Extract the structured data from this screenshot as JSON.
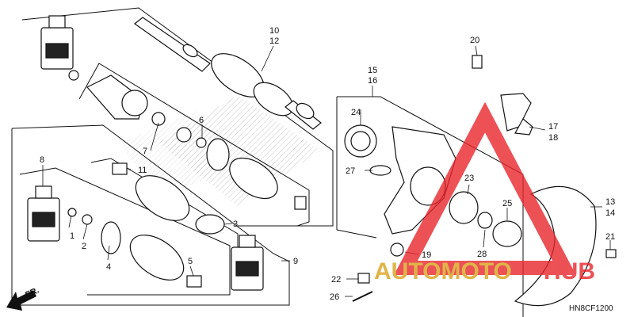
{
  "diagram": {
    "labels": {
      "l1": "1",
      "l2": "2",
      "l3": "3",
      "l4": "4",
      "l5": "5",
      "l6": "6",
      "l7": "7",
      "l8": "8",
      "l9": "9",
      "l10": "10",
      "l11": "11",
      "l12": "12",
      "l13": "13",
      "l14": "14",
      "l15": "15",
      "l16": "16",
      "l17": "17",
      "l18": "18",
      "l19": "19",
      "l20": "20",
      "l21": "21",
      "l22": "22",
      "l23": "23",
      "l24": "24",
      "l25": "25",
      "l26": "26",
      "l27": "27",
      "l28": "28"
    },
    "code": "HN8CF1200",
    "direction": "FR."
  },
  "watermark": {
    "text_a": "AUTOMOTO",
    "text_b": "HUB",
    "color_red": "#e8262c",
    "color_gold": "#d9a21b"
  }
}
